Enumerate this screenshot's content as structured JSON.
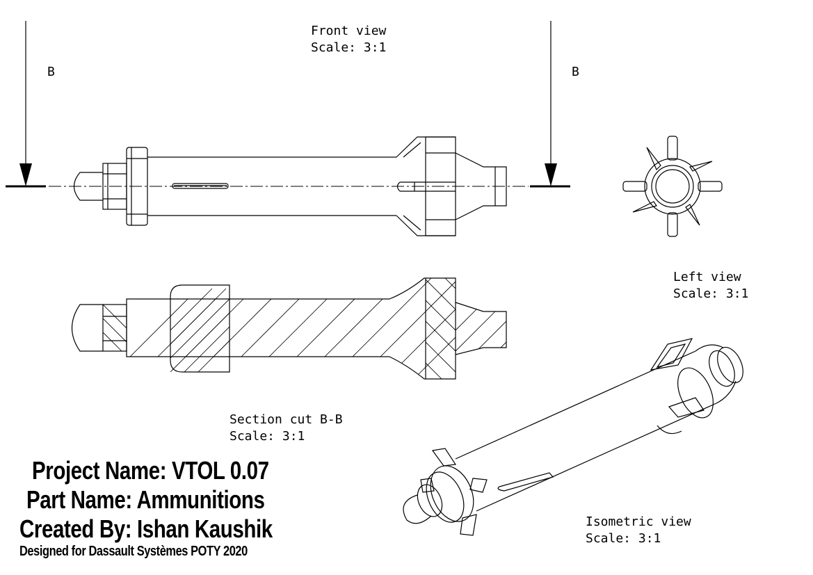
{
  "views": {
    "front": {
      "name": "Front view",
      "scale": "Scale:  3:1"
    },
    "left": {
      "name": "Left view",
      "scale": "Scale:  3:1"
    },
    "section": {
      "name": "Section cut B-B",
      "scale": "Scale:  3:1"
    },
    "isometric": {
      "name": "Isometric view",
      "scale": "Scale:  3:1"
    }
  },
  "section_marks": {
    "left": "B",
    "right": "B"
  },
  "title_block": {
    "project": "Project Name: VTOL 0.07",
    "part": "Part Name: Ammunitions",
    "author": "Created By: Ishan Kaushik",
    "designed_for": "Designed for Dassault Systèmes POTY 2020"
  }
}
